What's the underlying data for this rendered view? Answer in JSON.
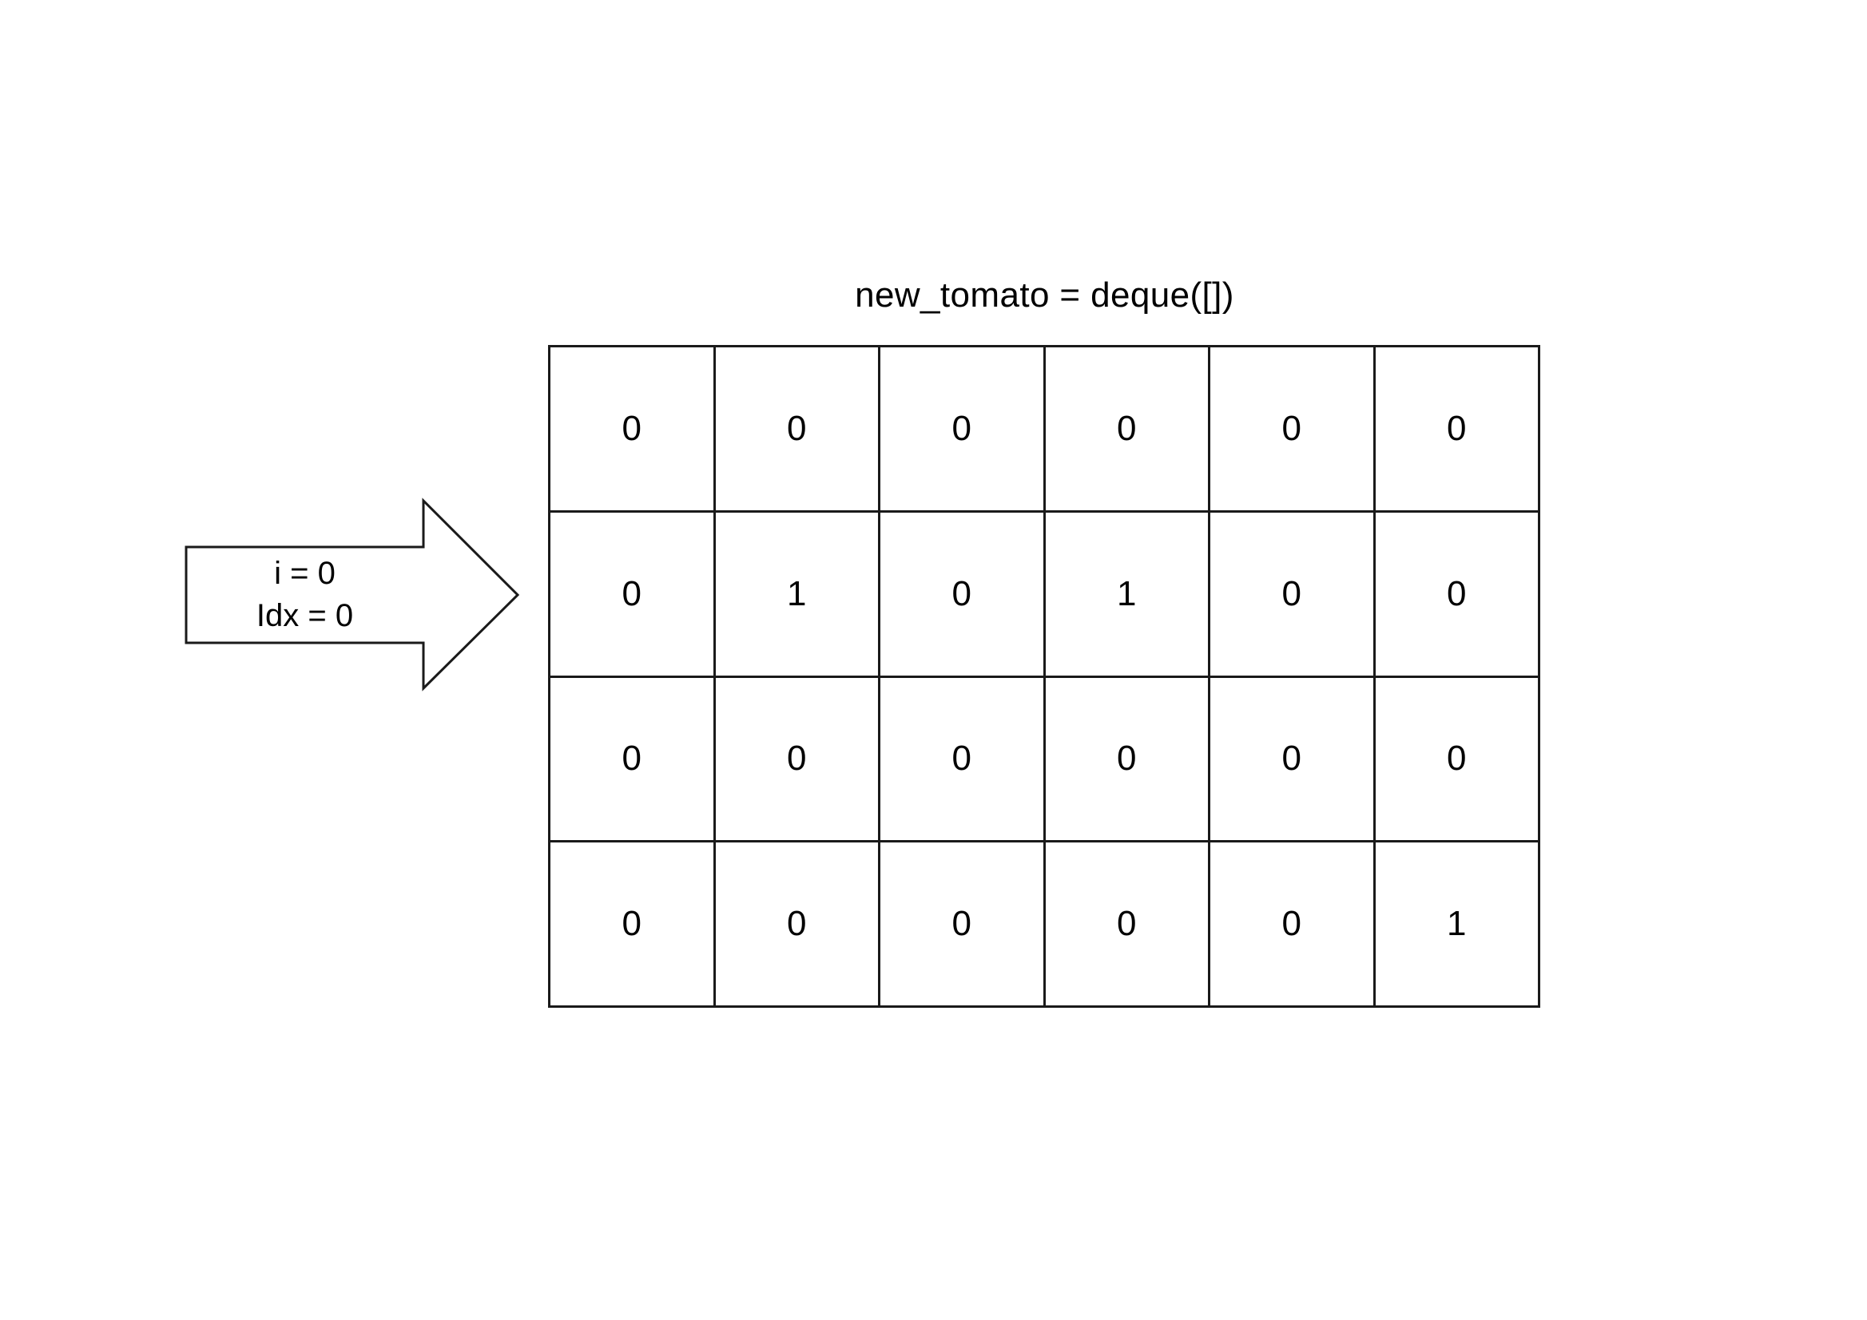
{
  "page": {
    "background_color": "#ffffff",
    "line_color": "#1a1a1a",
    "text_color": "#000000"
  },
  "title": {
    "text": "new_tomato = deque([])"
  },
  "arrow": {
    "direction": "right",
    "lines": [
      {
        "text": "i = 0"
      },
      {
        "text": "Idx = 0"
      }
    ]
  },
  "chart_data": {
    "type": "table",
    "title": "new_tomato = deque([])",
    "rows": 4,
    "cols": 6,
    "grid": [
      [
        "0",
        "0",
        "0",
        "0",
        "0",
        "0"
      ],
      [
        "0",
        "1",
        "0",
        "1",
        "0",
        "0"
      ],
      [
        "0",
        "0",
        "0",
        "0",
        "0",
        "0"
      ],
      [
        "0",
        "0",
        "0",
        "0",
        "0",
        "1"
      ]
    ],
    "annotations": [
      "i = 0",
      "Idx = 0"
    ],
    "xlabel": "",
    "ylabel": "",
    "grid_lines": true,
    "legend": "none"
  }
}
